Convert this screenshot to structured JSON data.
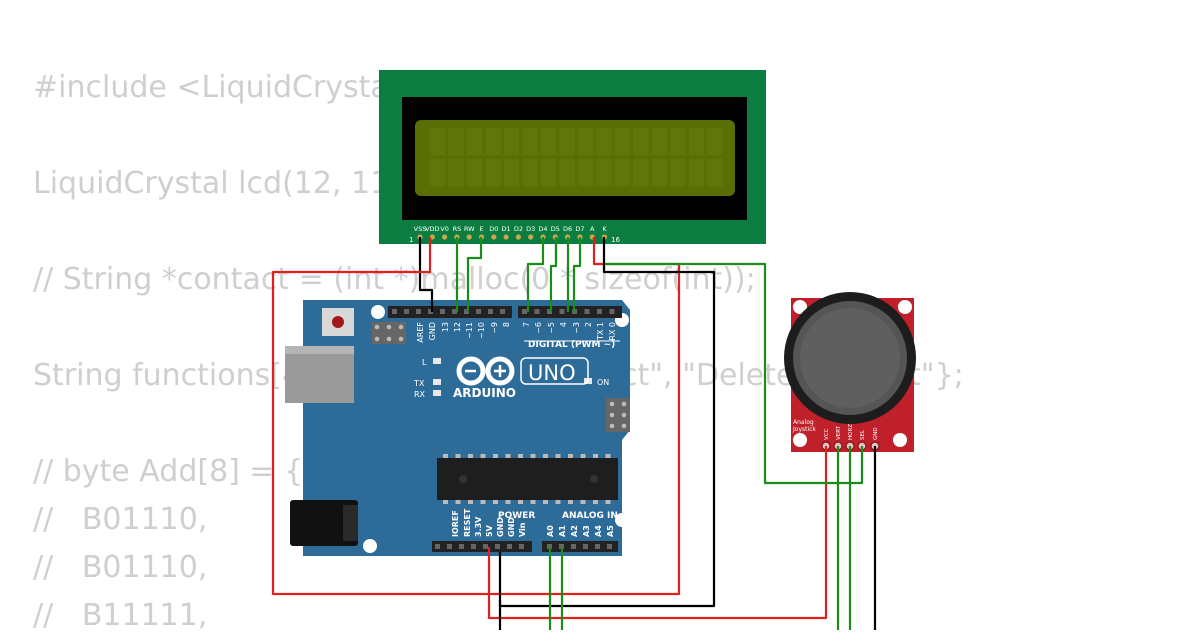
{
  "code_lines": [
    "#include <LiquidCrystal.h>",
    "",
    "LiquidCrystal lcd(12, 11, 5, 4, 3, 2);",
    "",
    "// String *contact = (int *)malloc(0 * sizeof(int));",
    "",
    "String functions[4] = {\"Add New Contect\", \"Delete Contect\"};",
    "",
    "// byte Add[8] = {",
    "//   B01110,",
    "//   B01110,",
    "//   B11111,"
  ],
  "lcd": {
    "pin_labels": [
      "VSS",
      "VDD",
      "V0",
      "RS",
      "RW",
      "E",
      "D0",
      "D1",
      "D2",
      "D3",
      "D4",
      "D5",
      "D6",
      "D7",
      "A",
      "K"
    ],
    "pin_first": "1",
    "pin_last": "16",
    "colors": {
      "board": "#0b7d41",
      "bezel": "#000000",
      "screen": "#5a6e06"
    }
  },
  "arduino": {
    "brand": "ARDUINO",
    "model": "UNO",
    "digital_header_label": "DIGITAL (PWM ~)",
    "digital_pins": [
      "AREF",
      "GND",
      "13",
      "12",
      "~11",
      "~10",
      "~9",
      "8",
      "7",
      "~6",
      "~5",
      "4",
      "~3",
      "2",
      "TX 1",
      "RX 0"
    ],
    "led_labels": [
      "L",
      "TX",
      "RX"
    ],
    "on_label": "ON",
    "power_label": "POWER",
    "analog_label": "ANALOG IN",
    "power_pins": [
      "IOREF",
      "RESET",
      "3.3V",
      "5V",
      "GND",
      "GND",
      "Vin"
    ],
    "analog_pins": [
      "A0",
      "A1",
      "A2",
      "A3",
      "A4",
      "A5"
    ],
    "colors": {
      "board": "#2d6b99",
      "chip": "#1e1e1e"
    }
  },
  "joystick": {
    "label_line1": "Analog",
    "label_line2": "Joystick",
    "pins": [
      "VCC",
      "VERT",
      "HORZ",
      "SEL",
      "GND"
    ],
    "colors": {
      "board": "#c0202a",
      "knob": "#555555"
    }
  },
  "wire_colors": {
    "power": "#e0201e",
    "ground": "#000000",
    "signal": "#1a8c1a"
  }
}
